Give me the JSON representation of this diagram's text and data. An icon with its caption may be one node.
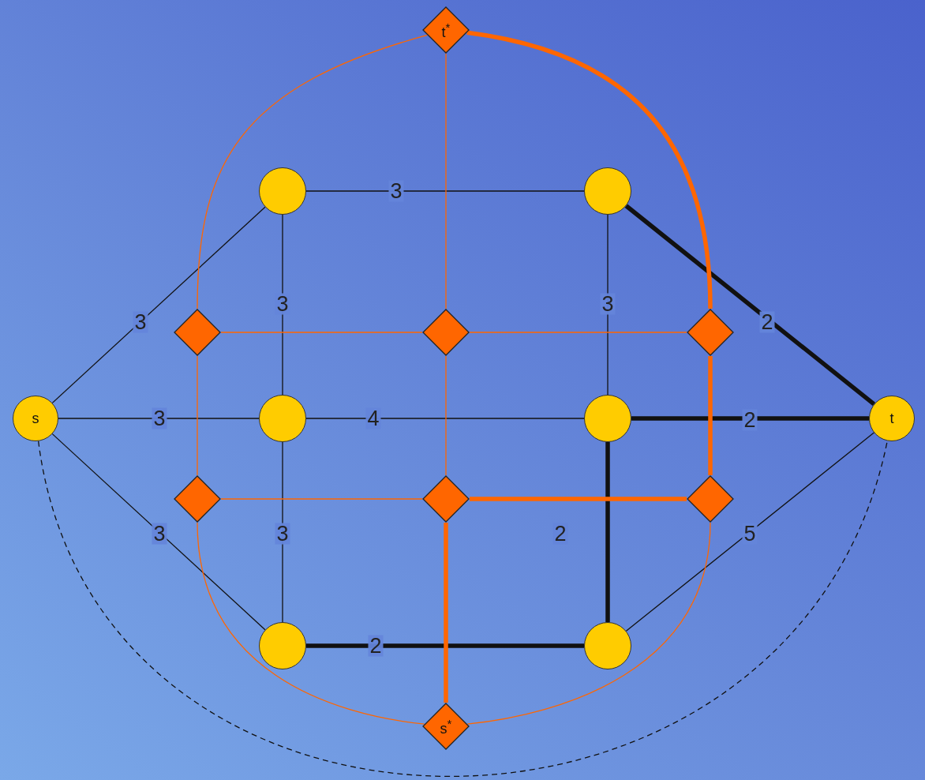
{
  "diagram": {
    "nodes": [
      {
        "text": [
          "s"
        ]
      },
      {
        "text": [],
        "shape": "circle"
      },
      {
        "text": [],
        "shape": "circle"
      },
      {
        "text": [],
        "shape": "circle"
      },
      {
        "text": [],
        "shape": "circle"
      },
      {
        "text": [],
        "shape": "circle"
      },
      {
        "text": [],
        "shape": "circle"
      },
      {
        "text": [
          "t"
        ]
      },
      {
        "text": [
          "t$^{*}$"
        ]
      },
      {
        "text": [],
        "shape": "diamond"
      },
      {
        "text": [],
        "shape": "diamond"
      },
      {
        "text": [],
        "shape": "diamond"
      },
      {
        "text": [],
        "shape": "diamond"
      },
      {
        "text": [],
        "shape": "diamond"
      },
      {
        "text": [],
        "shape": "diamond"
      },
      {
        "text": [
          "s$^{*}$"
        ]
      }
    ],
    "edges": [
      {
        "from": 0,
        "to": 1,
        "arrow": "none",
        "label": "3"
      },
      {
        "from": 0,
        "to": 3,
        "arrow": "none",
        "label": "3"
      },
      {
        "from": 0,
        "to": 5,
        "arrow": "none",
        "label": "3"
      },
      {
        "from": 1,
        "to": 2,
        "arrow": "none",
        "label": "3"
      },
      {
        "from": 1,
        "to": 3,
        "arrow": "none",
        "label": "3"
      },
      {
        "from": 2,
        "to": 4,
        "arrow": "none",
        "label": "3"
      },
      {
        "from": 2,
        "to": 7,
        "arrow": "none",
        "label": "2",
        "style": "thick"
      },
      {
        "from": 3,
        "to": 4,
        "arrow": "none",
        "label": "4"
      },
      {
        "from": 3,
        "to": 5,
        "arrow": "none",
        "label": "3"
      },
      {
        "from": 4,
        "to": 7,
        "arrow": "none",
        "label": "2",
        "style": "thick"
      },
      {
        "from": 4,
        "to": 6,
        "arrow": "none",
        "label": "2",
        "style": "thick"
      },
      {
        "from": 5,
        "to": 6,
        "arrow": "none",
        "label": "2",
        "style": "thick"
      },
      {
        "from": 6,
        "to": 7,
        "arrow": "none",
        "label": "5"
      },
      {
        "from": 0,
        "to": 7,
        "arrow": "none",
        "style": "dashed"
      },
      {
        "from": 8,
        "to": 9,
        "arrow": "none",
        "color": "#ff6600"
      },
      {
        "from": 8,
        "to": 10,
        "arrow": "none",
        "color": "#ff6600"
      },
      {
        "from": 8,
        "to": 11,
        "arrow": "none",
        "color": "#ff6600",
        "style": "thick"
      },
      {
        "from": 9,
        "to": 10,
        "arrow": "none",
        "color": "#ff6600"
      },
      {
        "from": 10,
        "to": 11,
        "arrow": "none",
        "color": "#ff6600"
      },
      {
        "from": 9,
        "to": 12,
        "arrow": "none",
        "color": "#ff6600"
      },
      {
        "from": 10,
        "to": 13,
        "arrow": "none",
        "color": "#ff6600"
      },
      {
        "from": 11,
        "to": 14,
        "arrow": "none",
        "color": "#ff6600",
        "style": "thick"
      },
      {
        "from": 12,
        "to": 13,
        "arrow": "none",
        "color": "#ff6600"
      },
      {
        "from": 13,
        "to": 14,
        "arrow": "none",
        "color": "#ff6600",
        "style": "thick"
      },
      {
        "from": 12,
        "to": 15,
        "arrow": "none",
        "color": "#ff6600"
      },
      {
        "from": 13,
        "to": 15,
        "arrow": "none",
        "color": "#ff6600",
        "style": "thick"
      },
      {
        "from": 14,
        "to": 15,
        "arrow": "none",
        "color": "#ff6600"
      }
    ]
  }
}
